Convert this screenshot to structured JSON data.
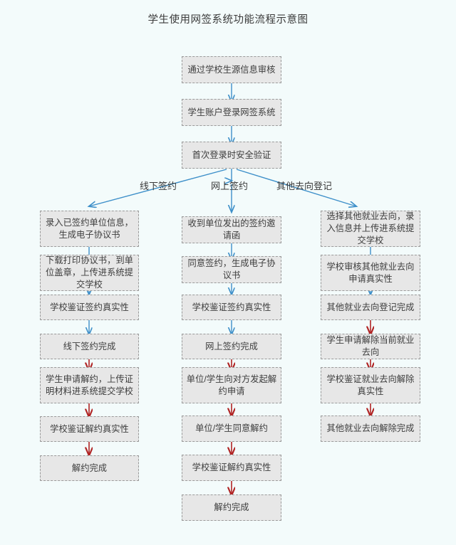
{
  "page": {
    "title": "学生使用网签系统功能流程示意图",
    "background_color": "#f3fbfb"
  },
  "colors": {
    "node_fill": "#e7e7e7",
    "node_border": "#9a9a9a",
    "arrow_blue": "#3d8fc9",
    "arrow_red": "#b02424",
    "text": "#3d3d3d"
  },
  "chart_data": {
    "type": "diagram",
    "title": "学生使用网签系统功能流程示意图",
    "nodes": [
      {
        "id": "n1",
        "label": "通过学校生源信息审核"
      },
      {
        "id": "n2",
        "label": "学生账户登录网签系统"
      },
      {
        "id": "n3",
        "label": "首次登录时安全验证"
      },
      {
        "id": "l1",
        "label": "录入已签约单位信息，生成电子协议书"
      },
      {
        "id": "l2",
        "label": "下载打印协议书，到单位盖章，上传进系统提交学校"
      },
      {
        "id": "l3",
        "label": "学校鉴证签约真实性"
      },
      {
        "id": "l4",
        "label": "线下签约完成"
      },
      {
        "id": "l5",
        "label": "学生申请解约，上传证明材料进系统提交学校"
      },
      {
        "id": "l6",
        "label": "学校鉴证解约真实性"
      },
      {
        "id": "l7",
        "label": "解约完成"
      },
      {
        "id": "m1",
        "label": "收到单位发出的签约邀请函"
      },
      {
        "id": "m2",
        "label": "同意签约，生成电子协议书"
      },
      {
        "id": "m3",
        "label": "学校鉴证签约真实性"
      },
      {
        "id": "m4",
        "label": "网上签约完成"
      },
      {
        "id": "m5",
        "label": "单位/学生向对方发起解约申请"
      },
      {
        "id": "m6",
        "label": "单位/学生同意解约"
      },
      {
        "id": "m7",
        "label": "学校鉴证解约真实性"
      },
      {
        "id": "m8",
        "label": "解约完成"
      },
      {
        "id": "r1",
        "label": "选择其他就业去向，录入信息并上传进系统提交学校"
      },
      {
        "id": "r2",
        "label": "学校审核其他就业去向申请真实性"
      },
      {
        "id": "r3",
        "label": "其他就业去向登记完成"
      },
      {
        "id": "r4",
        "label": "学生申请解除当前就业去向"
      },
      {
        "id": "r5",
        "label": "学校鉴证就业去向解除真实性"
      },
      {
        "id": "r6",
        "label": "其他就业去向解除完成"
      }
    ],
    "branch_labels": [
      {
        "id": "b-left",
        "label": "线下签约"
      },
      {
        "id": "b-mid",
        "label": "网上签约"
      },
      {
        "id": "b-right",
        "label": "其他去向登记"
      }
    ],
    "edges": [
      {
        "from": "n1",
        "to": "n2",
        "color": "#3d8fc9"
      },
      {
        "from": "n2",
        "to": "n3",
        "color": "#3d8fc9"
      },
      {
        "from": "n3",
        "to": "l1",
        "color": "#3d8fc9",
        "label": "线下签约"
      },
      {
        "from": "n3",
        "to": "m1",
        "color": "#3d8fc9",
        "label": "网上签约"
      },
      {
        "from": "n3",
        "to": "r1",
        "color": "#3d8fc9",
        "label": "其他去向登记"
      },
      {
        "from": "l1",
        "to": "l2",
        "color": "#3d8fc9"
      },
      {
        "from": "l2",
        "to": "l3",
        "color": "#3d8fc9"
      },
      {
        "from": "l3",
        "to": "l4",
        "color": "#3d8fc9"
      },
      {
        "from": "l4",
        "to": "l5",
        "color": "#b02424"
      },
      {
        "from": "l5",
        "to": "l6",
        "color": "#b02424"
      },
      {
        "from": "l6",
        "to": "l7",
        "color": "#b02424"
      },
      {
        "from": "m1",
        "to": "m2",
        "color": "#3d8fc9"
      },
      {
        "from": "m2",
        "to": "m3",
        "color": "#3d8fc9"
      },
      {
        "from": "m3",
        "to": "m4",
        "color": "#3d8fc9"
      },
      {
        "from": "m4",
        "to": "m5",
        "color": "#b02424"
      },
      {
        "from": "m5",
        "to": "m6",
        "color": "#b02424"
      },
      {
        "from": "m6",
        "to": "m7",
        "color": "#b02424"
      },
      {
        "from": "m7",
        "to": "m8",
        "color": "#b02424"
      },
      {
        "from": "r1",
        "to": "r2",
        "color": "#3d8fc9"
      },
      {
        "from": "r2",
        "to": "r3",
        "color": "#3d8fc9"
      },
      {
        "from": "r3",
        "to": "r4",
        "color": "#b02424"
      },
      {
        "from": "r4",
        "to": "r5",
        "color": "#b02424"
      },
      {
        "from": "r5",
        "to": "r6",
        "color": "#b02424"
      }
    ]
  }
}
